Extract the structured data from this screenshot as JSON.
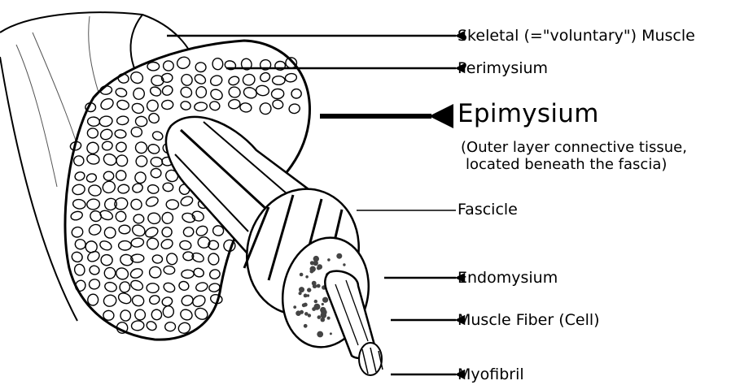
{
  "labels": {
    "skeletal": "Skeletal (=\"voluntary\") Muscle",
    "perimysium": "Perimysium",
    "epimysium": "Epimysium",
    "epimysium_note_1": "(Outer layer connective tissue,",
    "epimysium_note_2": "located beneath the fascia)",
    "fascicle": "Fascicle",
    "endomysium": "Endomysium",
    "muscle_fiber": "Muscle Fiber (Cell)",
    "myofibril": "Myofibril"
  },
  "colors": {
    "ink": "#000000",
    "paper": "#ffffff",
    "shade": "#888888"
  }
}
